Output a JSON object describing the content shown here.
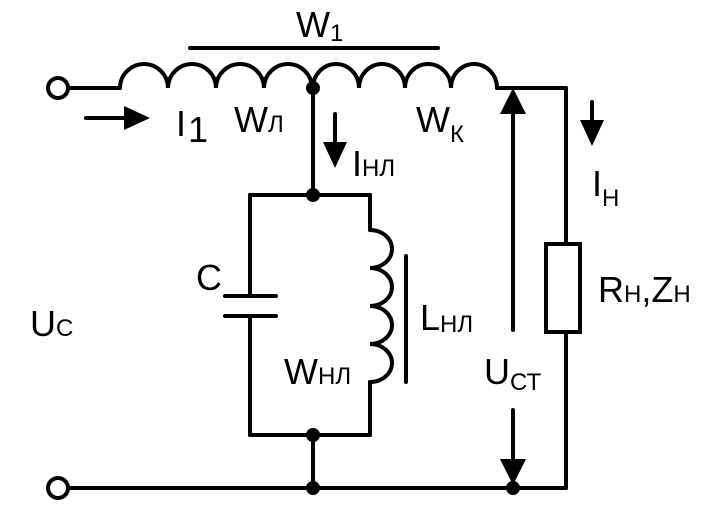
{
  "diagram": {
    "colors": {
      "ink": "#000000",
      "background": "#ffffff"
    },
    "labels": {
      "w1_main": "W",
      "w1_sub": "1",
      "i1_main": "I",
      "i1_sub": "1",
      "wl_main": "W",
      "wl_sub": "Л",
      "wk_main": "W",
      "wk_sub": "К",
      "inl_main": "I",
      "inl_sub": "НЛ",
      "in_main": "I",
      "in_sub": "Н",
      "c": "C",
      "lnl_main": "L",
      "lnl_sub": "НЛ",
      "wnl_main": "W",
      "wnl_sub": "НЛ",
      "uc_main": "U",
      "uc_sub": "С",
      "ust_main": "U",
      "ust_sub": "СТ",
      "rz_r": "R",
      "rz_r_sub": "Н",
      "rz_comma": ",",
      "rz_z": "Z",
      "rz_z_sub": "Н"
    }
  }
}
